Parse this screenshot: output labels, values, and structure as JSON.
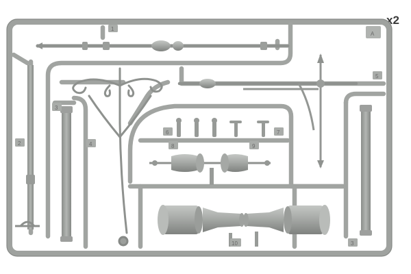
{
  "image": {
    "description_text": "",
    "quantity_label": "x2",
    "sprue_letter": "A",
    "part_numbers": [
      "1",
      "2",
      "3",
      "4",
      "5",
      "6",
      "7",
      "8",
      "9",
      "10"
    ]
  },
  "colors": {
    "plastic": "#a3a6a3",
    "plastic_shadow": "#7e817e",
    "plastic_highlight": "#c3c6c3",
    "background": "#ffffff",
    "label_text": "#3a3a3a"
  }
}
